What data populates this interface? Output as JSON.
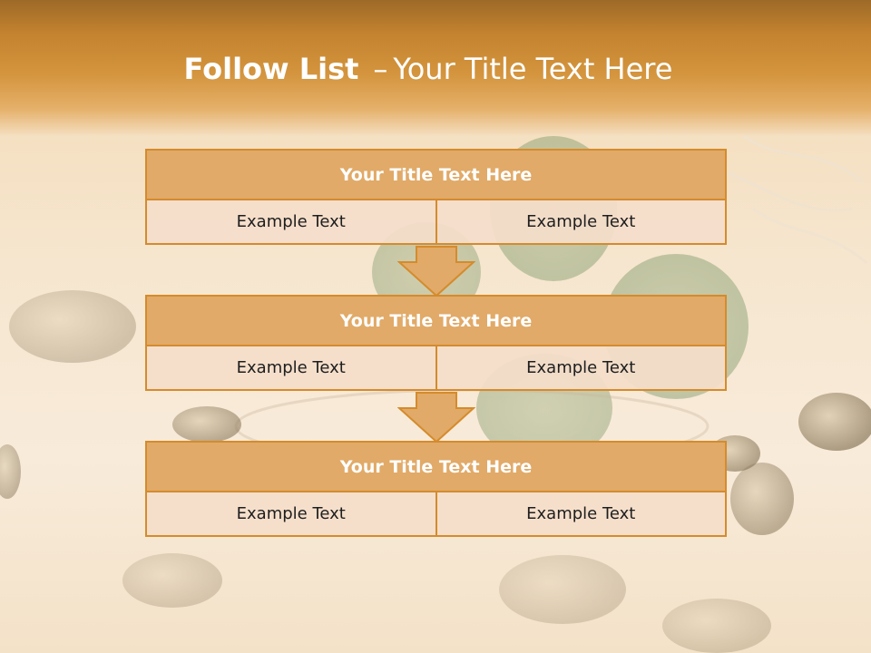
{
  "slide": {
    "title_bold": "Follow List",
    "title_dash": "–",
    "title_rest": "Your Title Text Here"
  },
  "blocks": [
    {
      "title": "Your Title Text Here",
      "cells": [
        "Example Text",
        "Example Text"
      ]
    },
    {
      "title": "Your Title Text Here",
      "cells": [
        "Example Text",
        "Example Text"
      ]
    },
    {
      "title": "Your Title Text Here",
      "cells": [
        "Example Text",
        "Example Text"
      ]
    }
  ],
  "colors": {
    "header": "#d4953e",
    "block_title": "#e1aa68",
    "border": "#d58b2c",
    "cell": "#f4deca"
  },
  "icons": [
    "down-arrow-icon",
    "down-arrow-icon"
  ]
}
